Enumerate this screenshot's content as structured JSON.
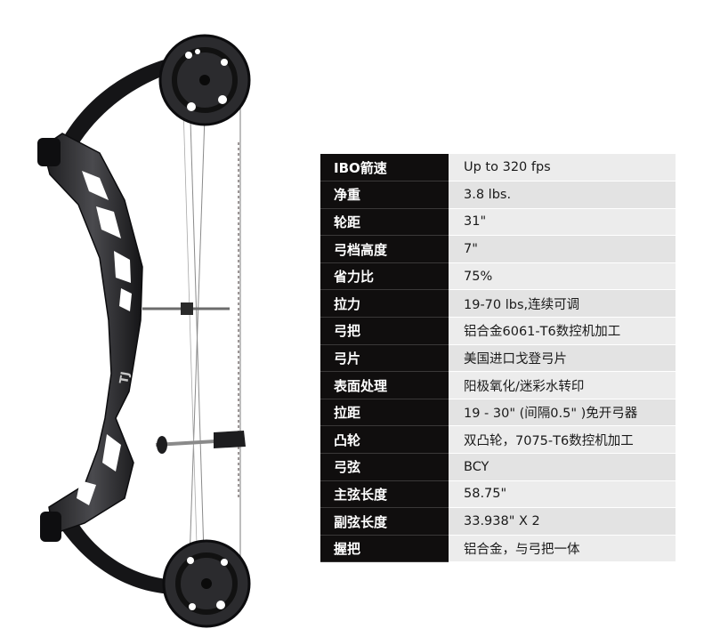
{
  "specs": [
    {
      "label": "IBO箭速",
      "value": "Up to 320 fps"
    },
    {
      "label": "净重",
      "value": "3.8 lbs."
    },
    {
      "label": "轮距",
      "value": "31\""
    },
    {
      "label": "弓档高度",
      "value": "7\""
    },
    {
      "label": "省力比",
      "value": "75%"
    },
    {
      "label": "拉力",
      "value": "19-70 lbs,连续可调"
    },
    {
      "label": "弓把",
      "value": "铝合金6061-T6数控机加工"
    },
    {
      "label": "弓片",
      "value": "美国进口戈登弓片"
    },
    {
      "label": "表面处理",
      "value": "阳极氧化/迷彩水转印"
    },
    {
      "label": "拉距",
      "value": "19 - 30\" (间隔0.5\" )免开弓器"
    },
    {
      "label": "凸轮",
      "value": "双凸轮，7075-T6数控机加工"
    },
    {
      "label": "弓弦",
      "value": "BCY"
    },
    {
      "label": "主弦长度",
      "value": "58.75\""
    },
    {
      "label": "副弦长度",
      "value": "33.938\" X 2"
    },
    {
      "label": "握把",
      "value": "铝合金，与弓把一体"
    }
  ],
  "bow_logo_text": "TJ"
}
